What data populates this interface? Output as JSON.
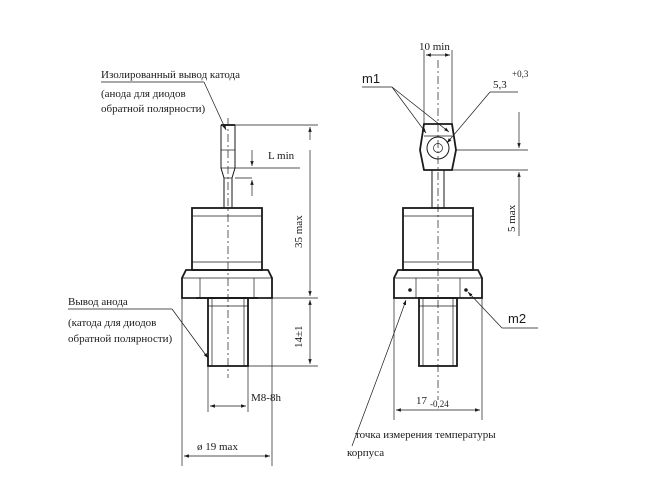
{
  "left_view": {
    "isolated_lead_label": [
      "Изолированный вывод катода",
      "(анода для диодов",
      "обратной полярности)"
    ],
    "anode_lead_label": [
      "Вывод анода",
      "(катода для диодов",
      "обратной полярности)"
    ],
    "dim_lead_length": "L min",
    "dim_height": "35 max",
    "dim_stud_length": "14±1",
    "dim_thread": "M8-8h",
    "dim_diameter": "ø 19 max"
  },
  "right_view": {
    "dim_terminal_width": "10 min",
    "dim_hole_base": "5,3",
    "dim_hole_tol": "+0,3",
    "dim_terminal_height": "5 max",
    "dim_hex_base": "17",
    "dim_hex_tol": "-0,24",
    "mark_m1": "m1",
    "mark_m2": "m2",
    "temp_point_label": [
      "точка измерения температуры",
      "корпуса"
    ]
  }
}
